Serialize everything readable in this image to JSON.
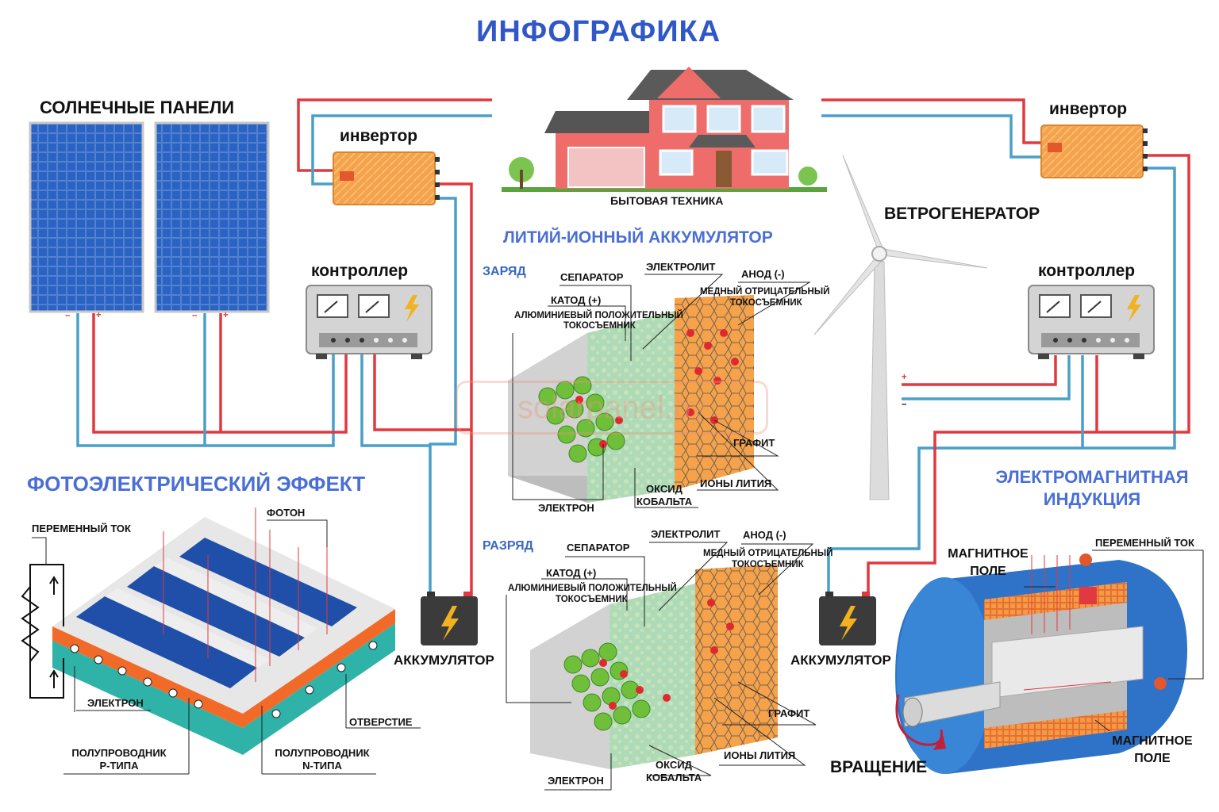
{
  "title": "ИНФОГРАФИКА",
  "colors": {
    "title": "#2f57c8",
    "wire_red": "#e0393f",
    "wire_blue": "#4a9fc8",
    "panel": "#1f4fa8",
    "inverter": "#f5a24a",
    "battery": "#3b3b3b"
  },
  "solar": {
    "title": "СОЛНЕЧНЫЕ ПАНЕЛИ",
    "minus": "–",
    "plus": "+"
  },
  "left_inverter": {
    "label": "инвертор"
  },
  "left_controller": {
    "label": "контроллер"
  },
  "house": {
    "label": "БЫТОВАЯ ТЕХНИКА"
  },
  "right_inverter": {
    "label": "инвертор"
  },
  "right_controller": {
    "label": "контроллер"
  },
  "wind": {
    "label": "ВЕТРОГЕНЕРАТОР",
    "plus": "+",
    "minus": "–"
  },
  "battery_left": {
    "label": "АККУМУЛЯТОР"
  },
  "battery_right": {
    "label": "АККУМУЛЯТОР"
  },
  "watermark": "solarpanel.by",
  "li_ion": {
    "title": "ЛИТИЙ-ИОННЫЙ АККУМУЛЯТОР",
    "charge": {
      "title": "ЗАРЯД",
      "separator": "СЕПАРАТОР",
      "electrolyte": "ЭЛЕКТРОЛИТ",
      "anode": "АНОД (-)",
      "cathode": "КАТОД (+)",
      "alu": "АЛЮМИНИЕВЫЙ ПОЛОЖИТЕЛЬНЫЙ",
      "collector_pos": "ТОКОСЪЕМНИК",
      "copper": "МЕДНЫЙ ОТРИЦАТЕЛЬНЫЙ",
      "collector_neg": "ТОКОСЪЕМНИК",
      "graphite": "ГРАФИТ",
      "ions": "ИОНЫ ЛИТИЯ",
      "oxide": "ОКСИД",
      "cobalt": "КОБАЛЬТА",
      "electron": "ЭЛЕКТРОН"
    },
    "discharge": {
      "title": "РАЗРЯД",
      "separator": "СЕПАРАТОР",
      "electrolyte": "ЭЛЕКТРОЛИТ",
      "anode": "АНОД (-)",
      "cathode": "КАТОД (+)",
      "alu": "АЛЮМИНИЕВЫЙ ПОЛОЖИТЕЛЬНЫЙ",
      "collector_pos": "ТОКОСЪЕМНИК",
      "copper": "МЕДНЫЙ ОТРИЦАТЕЛЬНЫЙ",
      "collector_neg": "ТОКОСЪЕМНИК",
      "graphite": "ГРАФИТ",
      "ions": "ИОНЫ ЛИТИЯ",
      "oxide": "ОКСИД",
      "cobalt": "КОБАЛЬТА",
      "electron": "ЭЛЕКТРОН"
    }
  },
  "photo": {
    "title": "ФОТОЭЛЕКТРИЧЕСКИЙ ЭФФЕКТ",
    "ac": "ПЕРЕМЕННЫЙ ТОК",
    "photon": "ФОТОН",
    "electron": "ЭЛЕКТРОН",
    "hole": "ОТВЕРСТИЕ",
    "p1": "ПОЛУПРОВОДНИК",
    "p2": "P-ТИПА",
    "n1": "ПОЛУПРОВОДНИК",
    "n2": "N-ТИПА"
  },
  "em": {
    "title1": "ЭЛЕКТРОМАГНИТНАЯ",
    "title2": "ИНДУКЦИЯ",
    "field1": "МАГНИТНОЕ",
    "field1b": "ПОЛЕ",
    "ac": "ПЕРЕМЕННЫЙ ТОК",
    "field2": "МАГНИТНОЕ",
    "field2b": "ПОЛЕ",
    "rotation": "ВРАЩЕНИЕ"
  }
}
